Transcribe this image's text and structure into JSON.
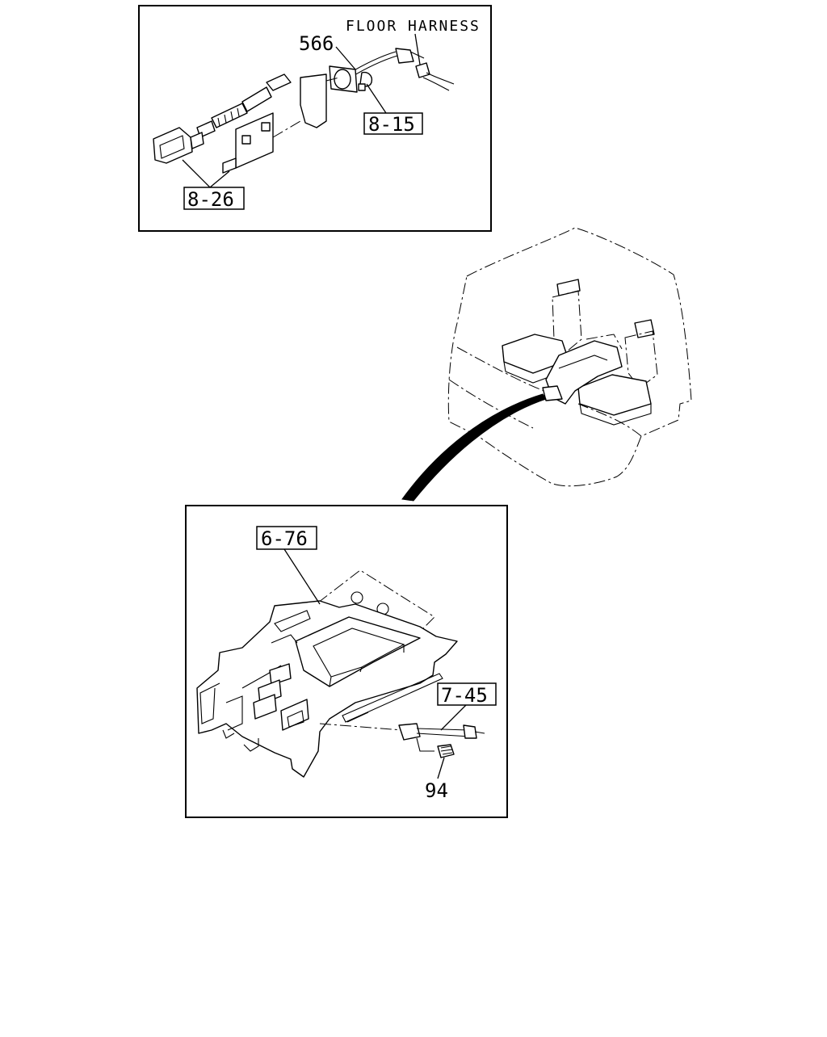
{
  "inset_top": {
    "note": "FLOOR HARNESS",
    "callouts": {
      "c566": "566",
      "c815": "8-15",
      "c826": "8-26"
    }
  },
  "inset_bottom": {
    "callouts": {
      "c676": "6-76",
      "c745": "7-45",
      "c94": "94"
    }
  }
}
